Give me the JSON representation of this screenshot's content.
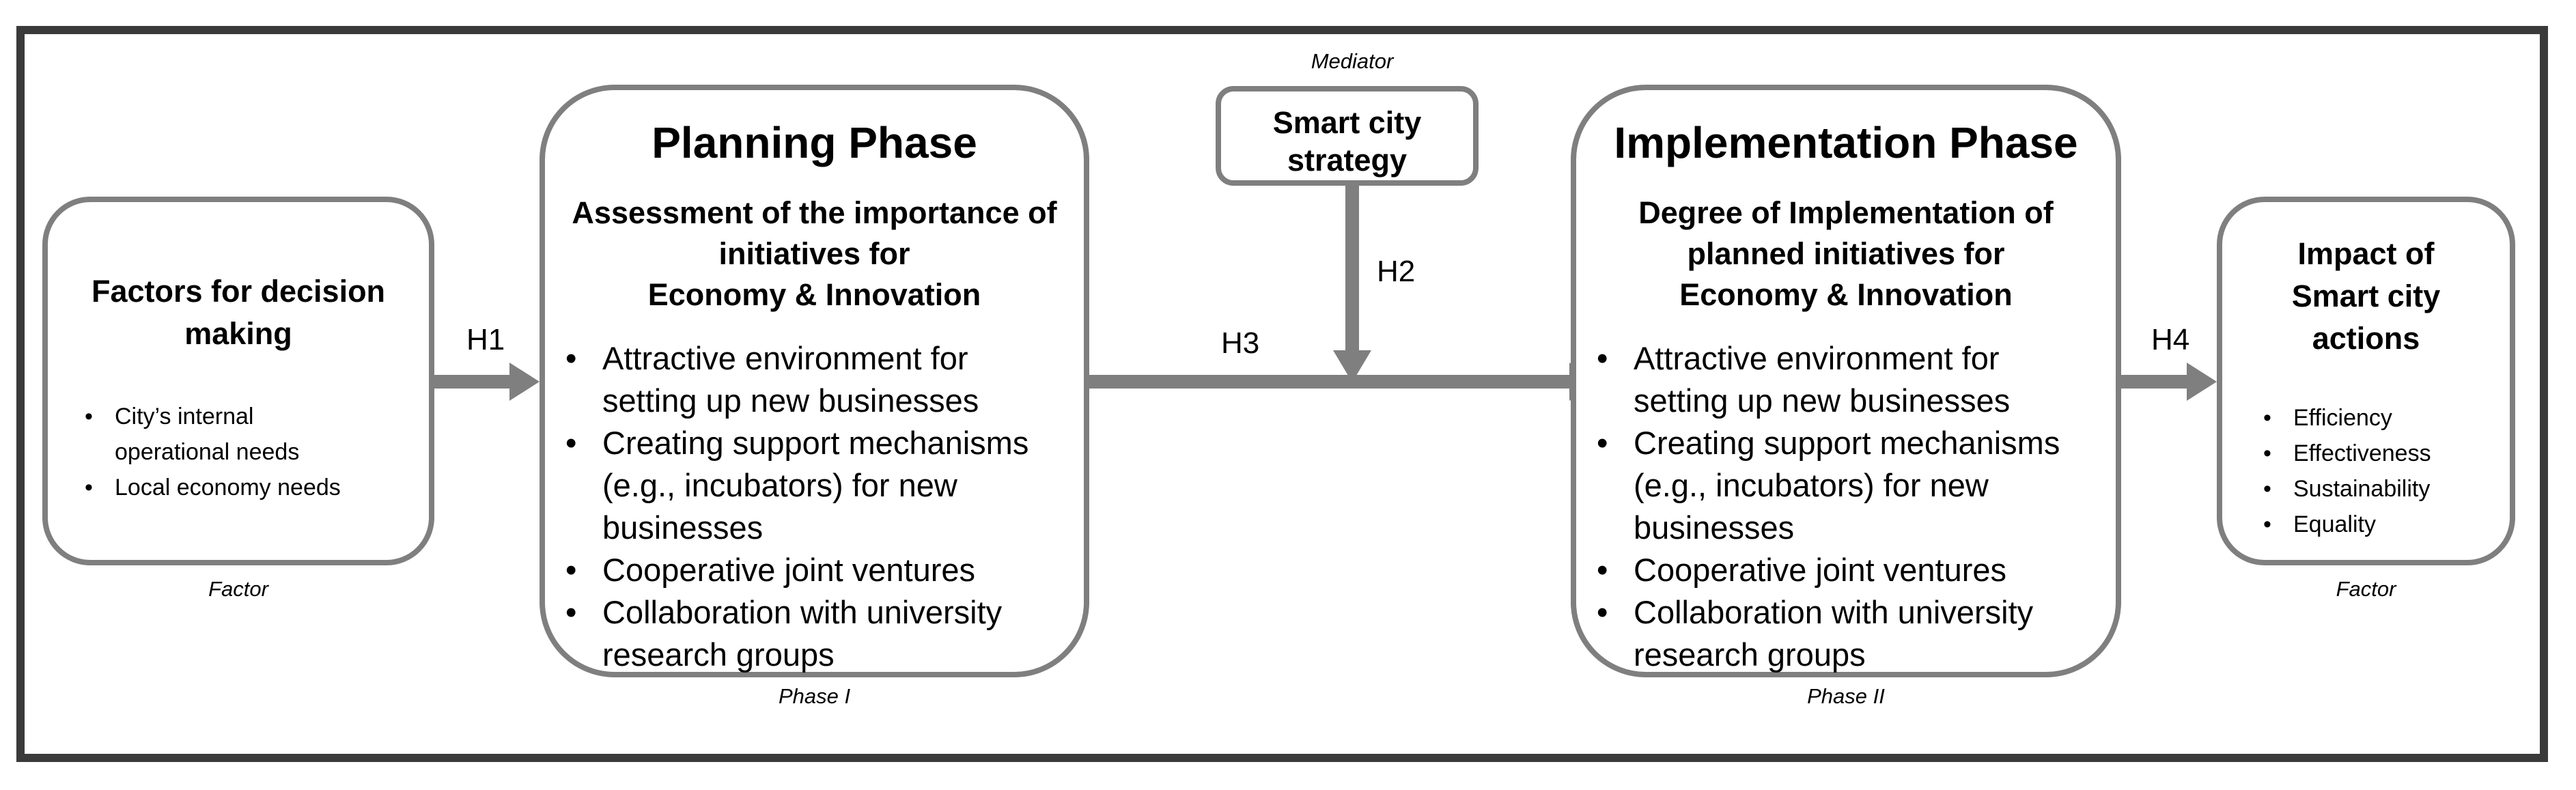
{
  "factor_box": {
    "title": "Factors for decision making",
    "items": [
      "City’s internal operational needs",
      "Local economy needs"
    ],
    "caption": "Factor"
  },
  "planning_phase": {
    "title": "Planning Phase",
    "subtitle_line1": "Assessment of the importance of",
    "subtitle_line2": "initiatives for",
    "subtitle_line3": "Economy & Innovation",
    "items": [
      "Attractive environment for setting up new businesses",
      "Creating support mechanisms (e.g., incubators) for new businesses",
      "Cooperative joint ventures",
      "Collaboration with university research groups"
    ],
    "caption": "Phase I"
  },
  "mediator": {
    "caption": "Mediator",
    "title_line1": "Smart city",
    "title_line2": "strategy"
  },
  "implementation_phase": {
    "title": "Implementation Phase",
    "subtitle_line1": "Degree of Implementation of",
    "subtitle_line2": "planned initiatives for",
    "subtitle_line3": "Economy & Innovation",
    "items": [
      "Attractive environment for setting up new businesses",
      "Creating support mechanisms (e.g., incubators) for new businesses",
      "Cooperative joint ventures",
      "Collaboration with university research groups"
    ],
    "caption": "Phase II"
  },
  "impact_box": {
    "title_line1": "Impact of",
    "title_line2": "Smart city",
    "title_line3": "actions",
    "items": [
      "Efficiency",
      "Effectiveness",
      "Sustainability",
      "Equality"
    ],
    "caption": "Factor"
  },
  "hypotheses": {
    "h1": "H1",
    "h2": "H2",
    "h3": "H3",
    "h4": "H4"
  },
  "colors": {
    "box_border": "#7f7f7f",
    "arrow": "#7f7f7f",
    "frame": "#3a3a3a"
  }
}
